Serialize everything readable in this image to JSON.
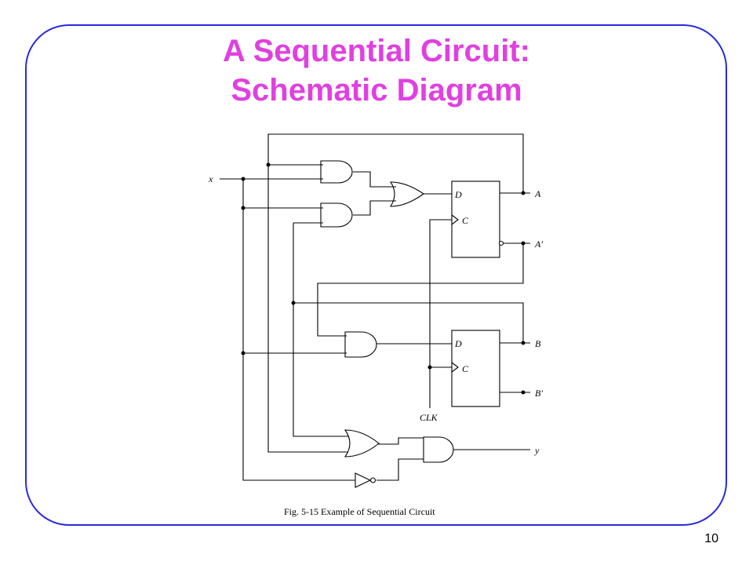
{
  "slide": {
    "title_line1": "A Sequential Circuit:",
    "title_line2": "Schematic Diagram",
    "page_number": "10"
  },
  "diagram": {
    "input_x": "x",
    "clock": "CLK",
    "ff_a": {
      "d": "D",
      "c": "C",
      "q": "A",
      "q_not": "A′"
    },
    "ff_b": {
      "d": "D",
      "c": "C",
      "q": "B",
      "q_not": "B′"
    },
    "output_y": "y",
    "caption": "Fig. 5-15  Example of Sequential Circuit"
  },
  "colors": {
    "title": "#e040e0",
    "frame": "#2a2ae0",
    "lines": "#000000"
  }
}
